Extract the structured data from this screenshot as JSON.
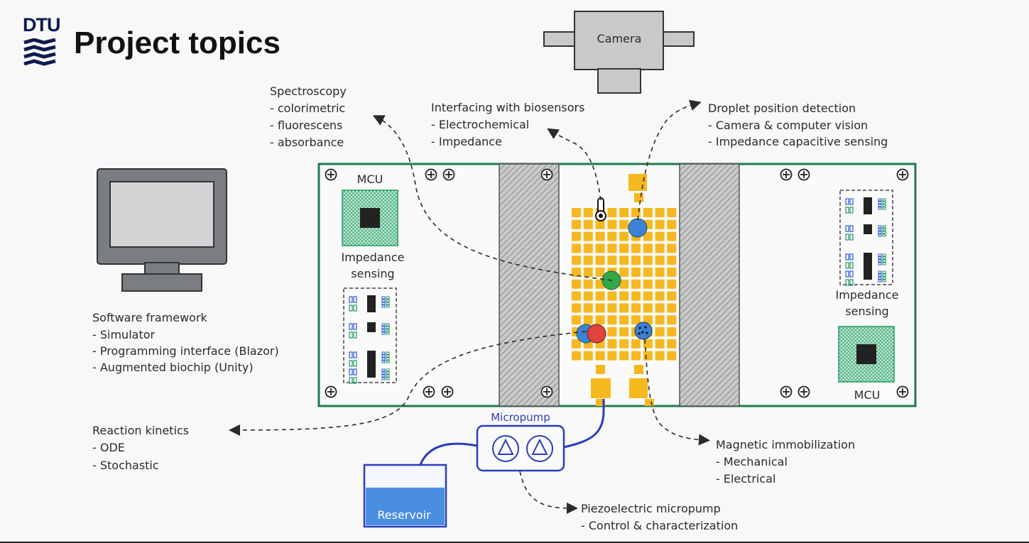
{
  "header": {
    "logo_text": "DTU",
    "title": "Project topics"
  },
  "colors": {
    "board_border": "#1f7a4e",
    "electrode": "#f6b81f",
    "droplet_blue": "#3c82d6",
    "droplet_green": "#31a845",
    "droplet_red": "#e0433a",
    "pump_blue": "#2b3dbf",
    "reservoir": "#4a8ee0",
    "monitor": "#7a7d82",
    "chip_green": "#1f9b62"
  },
  "labels": {
    "camera": "Camera",
    "mcu_left": "MCU",
    "mcu_right": "MCU",
    "impedance_left": [
      "Impedance",
      "sensing"
    ],
    "impedance_right": [
      "Impedance",
      "sensing"
    ],
    "micropump": "Micropump",
    "reservoir": "Reservoir"
  },
  "annotations": {
    "spectroscopy": [
      "Spectroscopy",
      "- colorimetric",
      "- fluorescens",
      "- absorbance"
    ],
    "biosensors": [
      "Interfacing with biosensors",
      "- Electrochemical",
      "- Impedance"
    ],
    "droplet_detection": [
      "Droplet position detection",
      "- Camera & computer vision",
      "- Impedance capacitive sensing"
    ],
    "software": [
      "Software framework",
      "- Simulator",
      "- Programming interface (Blazor)",
      "- Augmented biochip (Unity)"
    ],
    "kinetics": [
      "Reaction kinetics",
      "- ODE",
      "- Stochastic"
    ],
    "magnetic": [
      "Magnetic immobilization",
      "- Mechanical",
      "- Electrical"
    ],
    "piezo": [
      "Piezoelectric micropump",
      "- Control & characterization"
    ]
  }
}
